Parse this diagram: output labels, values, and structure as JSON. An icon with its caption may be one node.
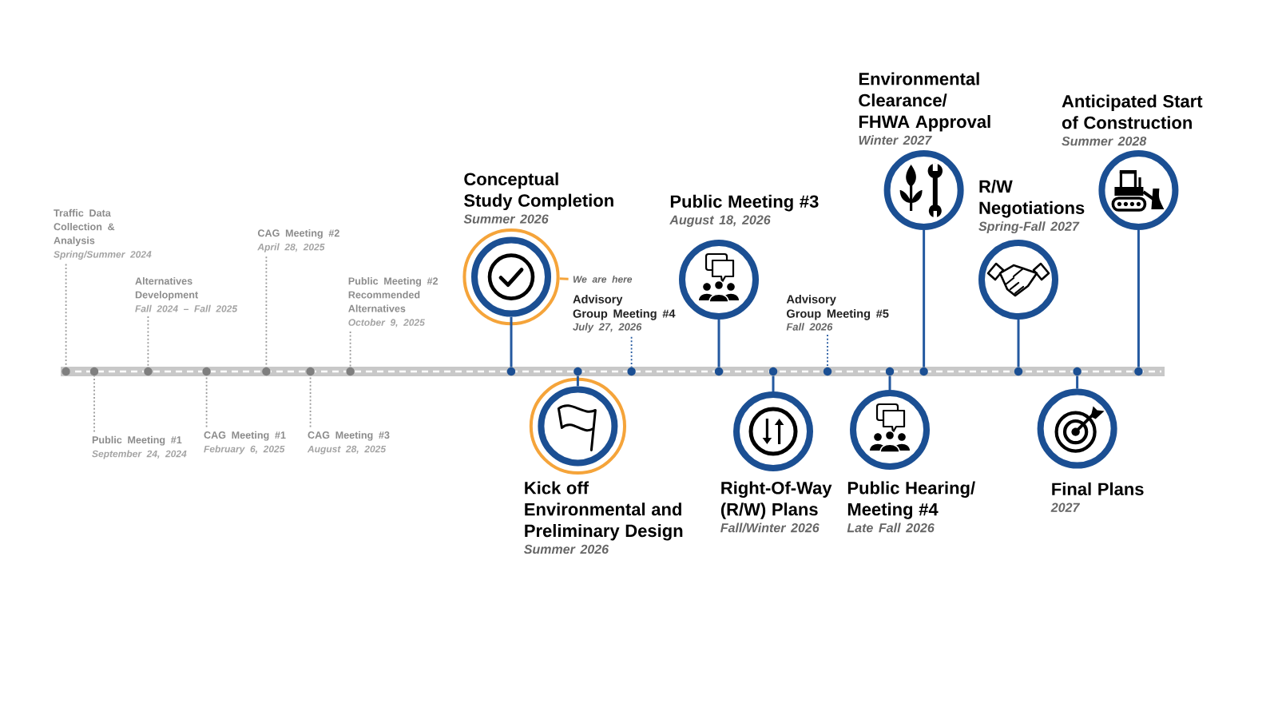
{
  "diagram": {
    "nodes": [
      {
        "text": [
          "Traffic Data Collection & Analysis",
          "Spring/Summer 2024"
        ]
      },
      {
        "text": [],
        "shape": "circle"
      },
      {
        "text": [
          "Public Meeting #1",
          "September 24, 2024"
        ]
      },
      {
        "text": [],
        "shape": "circle"
      },
      {
        "text": [
          "Alternatives Development",
          "Fall 2024 – Fall 2025"
        ]
      },
      {
        "text": [],
        "shape": "circle"
      },
      {
        "text": [
          "CAG Meeting #1",
          "February 6, 2025"
        ]
      },
      {
        "text": [],
        "shape": "circle"
      },
      {
        "text": [
          "CAG Meeting #2",
          "April 28, 2025"
        ]
      },
      {
        "text": [],
        "shape": "circle"
      },
      {
        "text": [
          "CAG Meeting #3",
          "August 28, 2025"
        ]
      },
      {
        "text": [],
        "shape": "circle"
      },
      {
        "text": [
          "Public Meeting #2 Recommended Alternatives",
          "October 9, 2025"
        ]
      },
      {
        "text": [],
        "shape": "circle"
      },
      {
        "text": [
          "Conceptual Study Completion",
          "Summer 2026"
        ]
      },
      {
        "text": [],
        "shape": "circle"
      },
      {
        "text": [
          "We are here"
        ]
      },
      {
        "text": [
          "Kick off Environmental and Preliminary Design",
          "Summer 2026"
        ]
      },
      {
        "text": [],
        "shape": "circle"
      },
      {
        "text": [
          "Advisory Group Meeting #4",
          "July 27, 2026"
        ]
      },
      {
        "text": [],
        "shape": "circle"
      },
      {
        "text": [
          "Public Meeting #3",
          "August 18, 2026"
        ]
      },
      {
        "text": [],
        "shape": "circle"
      },
      {
        "text": [
          "Right-Of-Way (R/W) Plans",
          "Fall/Winter 2026"
        ]
      },
      {
        "text": [],
        "shape": "circle"
      },
      {
        "text": [
          "Advisory Group Meeting #5",
          "Fall 2026"
        ]
      },
      {
        "text": [],
        "shape": "circle"
      },
      {
        "text": [
          "Public Hearing/ Meeting #4",
          "Late Fall 2026"
        ]
      },
      {
        "text": [],
        "shape": "circle"
      },
      {
        "text": [
          "Environmental Clearance/ FHWA Approval",
          "Winter 2027"
        ]
      },
      {
        "text": [],
        "shape": "circle"
      },
      {
        "text": [
          "R/W Negotiations",
          "Spring-Fall 2027"
        ]
      },
      {
        "text": [],
        "shape": "circle"
      },
      {
        "text": [
          "Final Plans",
          "2027"
        ]
      },
      {
        "text": [],
        "shape": "circle"
      },
      {
        "text": [
          "Anticipated Start of Construction",
          "Summer 2028"
        ]
      },
      {
        "text": [],
        "shape": "circle"
      }
    ],
    "edges": [
      {
        "from": 0,
        "to": 1,
        "arrow": "none",
        "style": "dashed",
        "color": "#9a9a9a"
      },
      {
        "from": 2,
        "to": 3,
        "arrow": "none",
        "style": "dashed",
        "color": "#9a9a9a"
      },
      {
        "from": 4,
        "to": 5,
        "arrow": "none",
        "style": "dashed",
        "color": "#9a9a9a"
      },
      {
        "from": 6,
        "to": 7,
        "arrow": "none",
        "style": "dashed",
        "color": "#9a9a9a"
      },
      {
        "from": 8,
        "to": 9,
        "arrow": "none",
        "style": "dashed",
        "color": "#9a9a9a"
      },
      {
        "from": 10,
        "to": 11,
        "arrow": "none",
        "style": "dashed",
        "color": "#9a9a9a"
      },
      {
        "from": 12,
        "to": 13,
        "arrow": "none",
        "style": "dashed",
        "color": "#9a9a9a"
      },
      {
        "from": 14,
        "to": 15,
        "arrow": "none"
      },
      {
        "from": 16,
        "to": 14,
        "arrow": "none",
        "color": "#f5a43a"
      },
      {
        "from": 17,
        "to": 18,
        "arrow": "none"
      },
      {
        "from": 19,
        "to": 20,
        "arrow": "none",
        "style": "dashed"
      },
      {
        "from": 21,
        "to": 22,
        "arrow": "none"
      },
      {
        "from": 23,
        "to": 24,
        "arrow": "none"
      },
      {
        "from": 25,
        "to": 26,
        "arrow": "none",
        "style": "dashed"
      },
      {
        "from": 27,
        "to": 28,
        "arrow": "none"
      },
      {
        "from": 29,
        "to": 30,
        "arrow": "none"
      },
      {
        "from": 31,
        "to": 32,
        "arrow": "none"
      },
      {
        "from": 33,
        "to": 34,
        "arrow": "none"
      },
      {
        "from": 35,
        "to": 36,
        "arrow": "none"
      }
    ]
  }
}
